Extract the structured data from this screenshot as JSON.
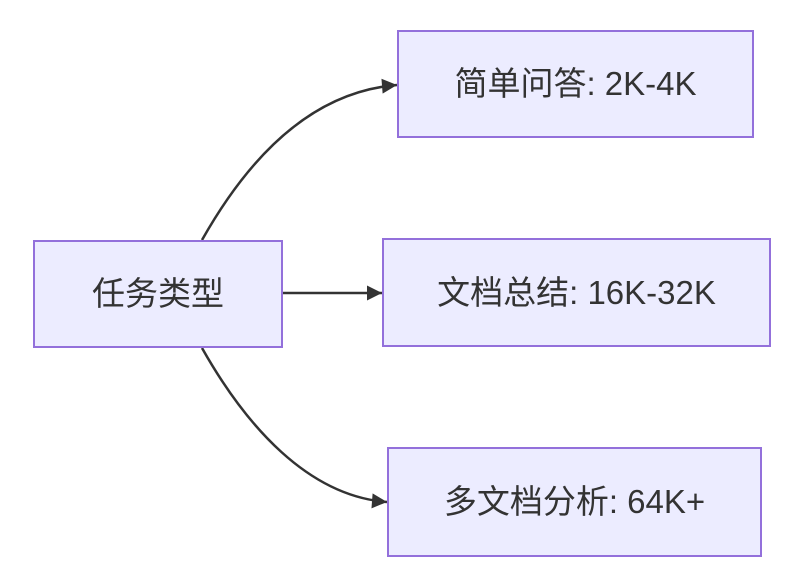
{
  "diagram": {
    "type": "flowchart",
    "direction": "left-to-right",
    "root": {
      "id": "task-type",
      "label": "任务类型"
    },
    "branches": [
      {
        "id": "simple-qa",
        "label": "简单问答: 2K-4K"
      },
      {
        "id": "doc-summary",
        "label": "文档总结: 16K-32K"
      },
      {
        "id": "multi-doc",
        "label": "多文档分析: 64K+"
      }
    ],
    "edges": [
      {
        "from": "任务类型",
        "to": "简单问答: 2K-4K"
      },
      {
        "from": "任务类型",
        "to": "文档总结: 16K-32K"
      },
      {
        "from": "任务类型",
        "to": "多文档分析: 64K+"
      }
    ],
    "colors": {
      "node_fill": "#ECECFF",
      "node_border": "#9370DB",
      "edge_stroke": "#333333",
      "text": "#333333",
      "background": "#FFFFFF"
    }
  }
}
